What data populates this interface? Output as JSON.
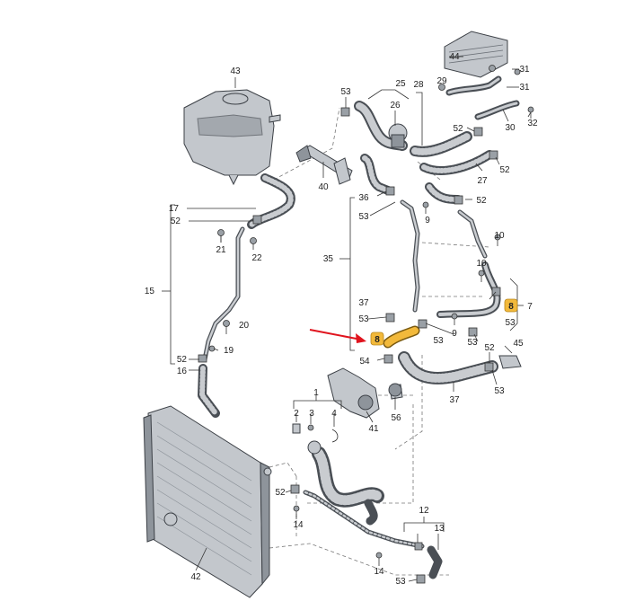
{
  "colors": {
    "highlight": "#f2b93b",
    "arrow": "#e0141e",
    "part_fill": "#c3c7cc",
    "part_stroke": "#3c4046"
  },
  "callouts": {
    "c1": "1",
    "c2": "2",
    "c3": "3",
    "c4": "4",
    "c8_left": "8",
    "c8_right": "8",
    "c9a": "9",
    "c9b": "9",
    "c10a": "10",
    "c10b": "10",
    "c12": "12",
    "c13": "13",
    "c14a": "14",
    "c14b": "14",
    "c15": "15",
    "c16": "16",
    "c17": "17",
    "c19": "19",
    "c20": "20",
    "c21": "21",
    "c22": "22",
    "c25": "25",
    "c26": "26",
    "c27": "27",
    "c28": "28",
    "c29": "29",
    "c30": "30",
    "c31a": "31",
    "c31b": "31",
    "c32": "32",
    "c35": "35",
    "c36": "36",
    "c37a": "37",
    "c37b": "37",
    "c40": "40",
    "c41": "41",
    "c42": "42",
    "c43": "43",
    "c44": "44",
    "c45": "45",
    "c52a": "52",
    "c52b": "52",
    "c52c": "52",
    "c52d": "52",
    "c52e": "52",
    "c52f": "52",
    "c52g": "52",
    "c53a": "53",
    "c53b": "53",
    "c53c": "53",
    "c53d": "53",
    "c53e": "53",
    "c53f": "53",
    "c53g": "53",
    "c53h": "53",
    "c54": "54",
    "c56": "56",
    "c7": "7"
  }
}
